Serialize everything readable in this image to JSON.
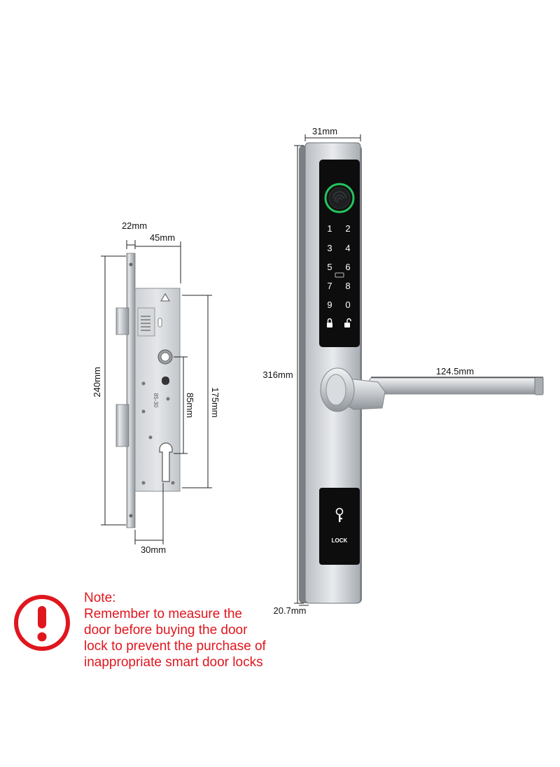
{
  "mortise": {
    "dim_top_small": "22mm",
    "dim_top_wide": "45mm",
    "dim_height": "240mm",
    "dim_case": "175mm",
    "dim_center": "85mm",
    "dim_backset": "30mm",
    "stamp": "85-30"
  },
  "handle": {
    "dim_width": "31mm",
    "dim_height": "316mm",
    "dim_lever": "124.5mm",
    "dim_thickness": "20.7mm",
    "keypad": [
      "1",
      "2",
      "3",
      "4",
      "5",
      "6",
      "7",
      "8",
      "9",
      "0"
    ],
    "lock_label": "LOCK"
  },
  "note": {
    "title": "Note:",
    "lines": [
      "Remember to measure the",
      "door before buying the door",
      "lock to prevent the purchase of",
      "inappropriate smart door locks"
    ]
  },
  "colors": {
    "warning_red": "#e0161e",
    "fingerprint_green": "#22c55e",
    "keypad_black": "#0d0d0d",
    "steel": "#c8cbcf"
  }
}
